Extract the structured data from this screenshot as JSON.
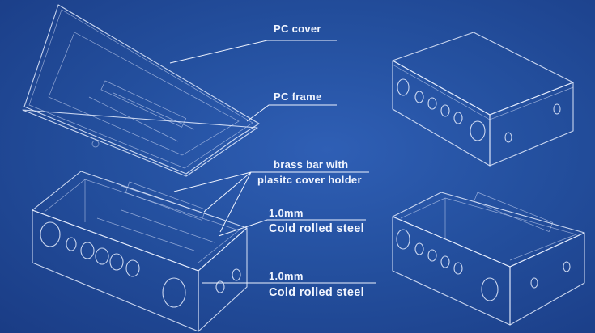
{
  "labels": {
    "pc_cover": "PC cover",
    "pc_frame": "PC frame",
    "brass_bar_line1": "brass bar with",
    "brass_bar_line2": "plasitc cover holder",
    "steel_1_thickness": "1.0mm",
    "steel_1_material": "Cold rolled steel",
    "steel_2_thickness": "1.0mm",
    "steel_2_material": "Cold rolled steel"
  },
  "colors": {
    "background": "#24509f",
    "line": "#e8efff"
  }
}
